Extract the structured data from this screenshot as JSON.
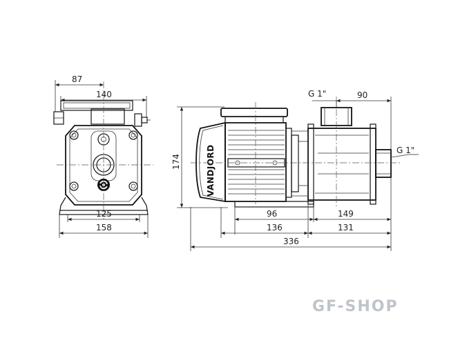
{
  "drawing": {
    "dimensions": {
      "front_top_offset": "87",
      "front_top_width": "140",
      "front_foot_span": "125",
      "front_overall_width": "158",
      "side_height": "174",
      "side_foot_span": "96",
      "side_base_left": "136",
      "side_pump_section": "149",
      "side_base_right": "131",
      "side_overall_length": "336",
      "outlet_offset": "90"
    },
    "ports": {
      "outlet_thread": "G 1\"",
      "inlet_thread": "G 1\""
    },
    "brand_label": "VANDJORD"
  },
  "watermark": "GF-SHOP"
}
